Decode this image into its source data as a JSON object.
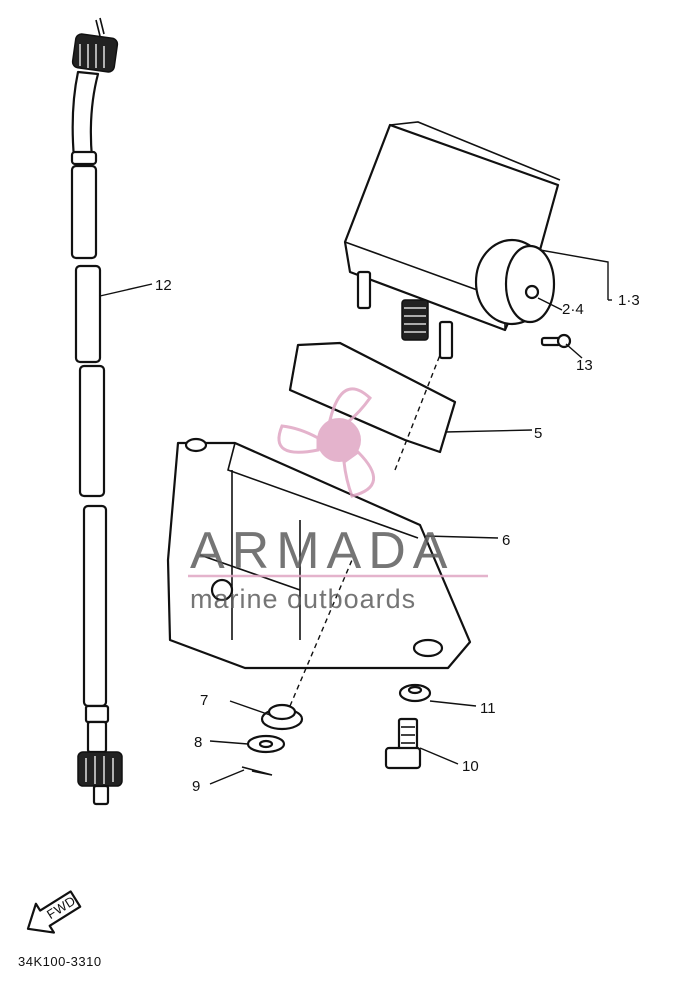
{
  "diagram": {
    "drawing_code": "34K100-3310",
    "fwd_arrow_text": "FWD",
    "callouts": [
      {
        "id": "c1-3",
        "text": "1·3"
      },
      {
        "id": "c2-4",
        "text": "2·4"
      },
      {
        "id": "c5",
        "text": "5"
      },
      {
        "id": "c6",
        "text": "6"
      },
      {
        "id": "c7",
        "text": "7"
      },
      {
        "id": "c8",
        "text": "8"
      },
      {
        "id": "c9",
        "text": "9"
      },
      {
        "id": "c10",
        "text": "10"
      },
      {
        "id": "c11",
        "text": "11"
      },
      {
        "id": "c12",
        "text": "12"
      },
      {
        "id": "c13",
        "text": "13"
      }
    ]
  },
  "watermark": {
    "brand": "ARMADA",
    "tagline": "marine outboards",
    "color_primary": "#5e5e5e",
    "color_accent": "#e0a6c4"
  }
}
